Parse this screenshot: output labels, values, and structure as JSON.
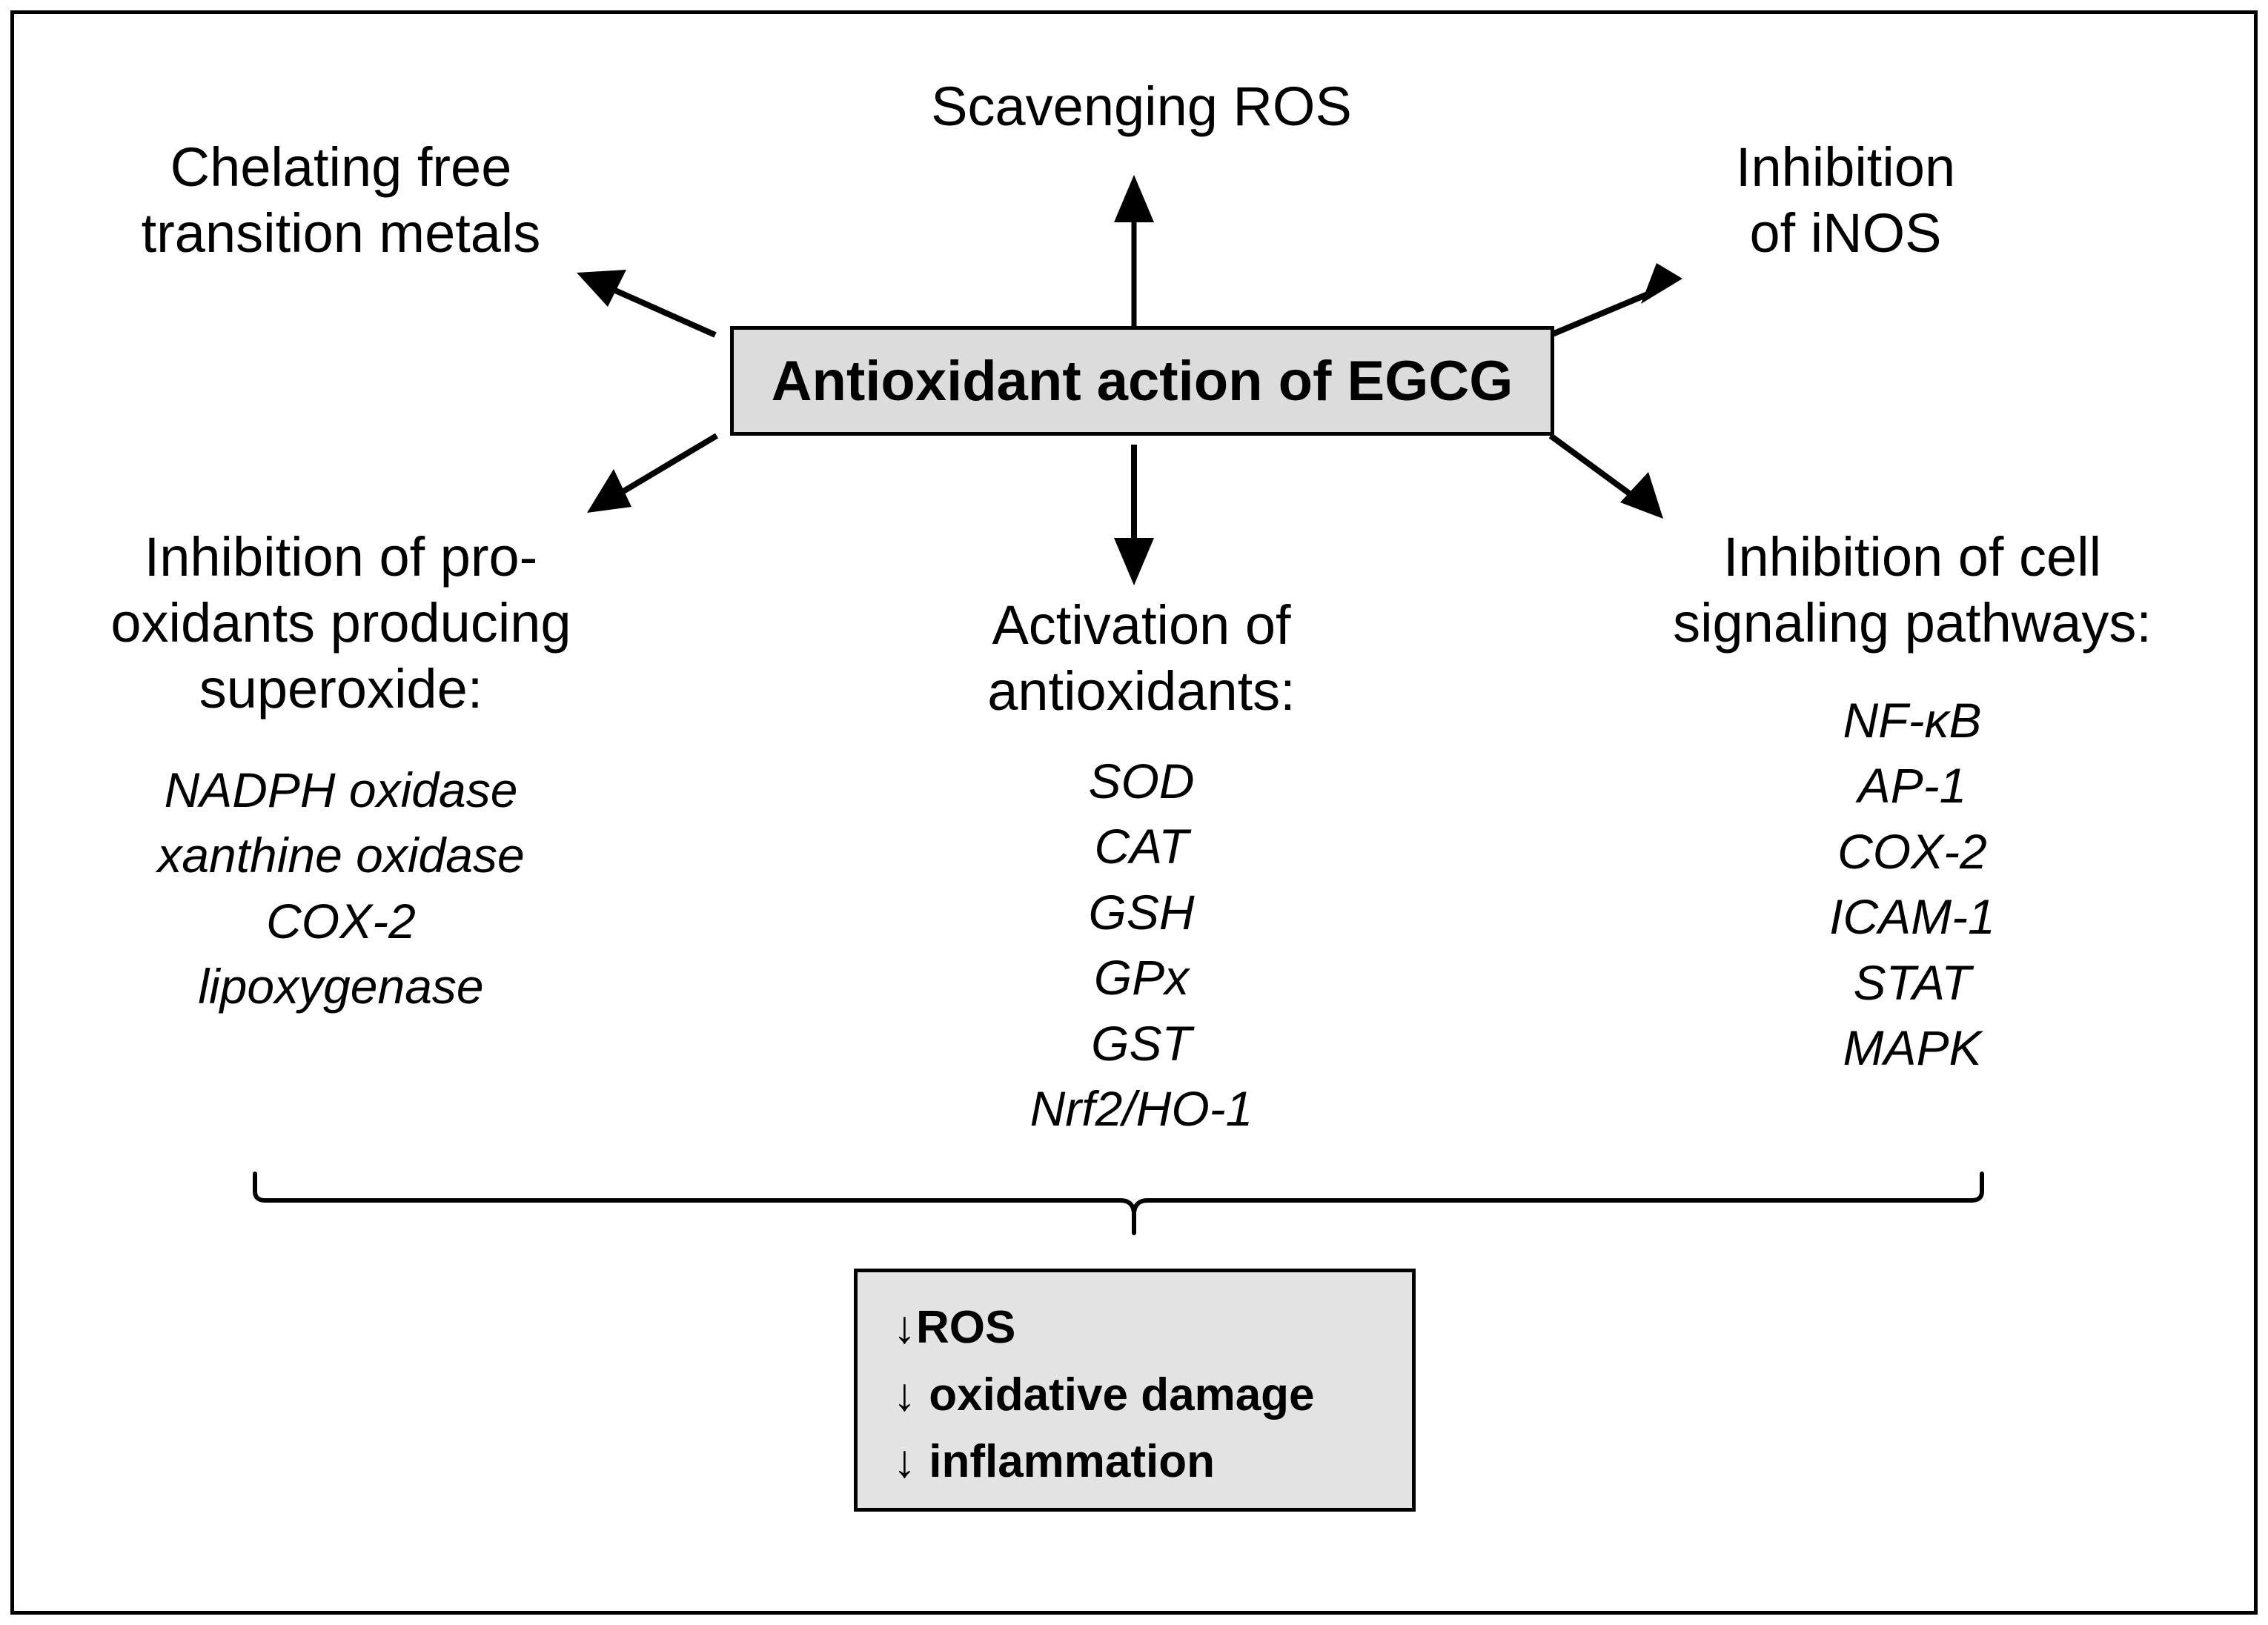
{
  "figure": {
    "title_box": {
      "label": "Antioxidant action of EGCG",
      "fill": "#dcdcdc",
      "border": "#000000"
    },
    "branches": {
      "scavenging": "Scavenging ROS",
      "chelating": "Chelating free\ntransition metals",
      "inos": "Inhibition\nof iNOS",
      "prooxidants_heading": "Inhibition of pro-\noxidants producing\nsuperoxide:",
      "activation_heading": "Activation of\nantioxidants:",
      "signaling_heading": "Inhibition of cell\nsignaling pathways:"
    },
    "lists": {
      "prooxidants": [
        "NADPH oxidase",
        "xanthine oxidase",
        "COX-2",
        "lipoxygenase"
      ],
      "antioxidants": [
        "SOD",
        "CAT",
        "GSH",
        "GPx",
        "GST",
        "Nrf2/HO-1"
      ],
      "signaling": [
        "NF-κB",
        "AP-1",
        "COX-2",
        "ICAM-1",
        "STAT",
        "MAPK"
      ]
    },
    "outcome_box": {
      "lines": [
        "↓ROS",
        "↓ oxidative damage",
        "↓ inflammation"
      ],
      "fill": "#e3e3e3",
      "border": "#000000"
    },
    "connectors": {
      "arrow_up": "arrow-up-to-scavenging",
      "arrow_up_left": "arrow-up-left-to-chelating",
      "arrow_up_right": "arrow-up-right-to-inos",
      "arrow_down_left": "arrow-down-left-to-prooxidants",
      "arrow_down": "arrow-down-to-activation",
      "arrow_down_right": "arrow-down-right-to-signaling",
      "brace": "summary-brace-to-outcome"
    },
    "colors": {
      "ink": "#000000",
      "background": "#ffffff"
    }
  }
}
